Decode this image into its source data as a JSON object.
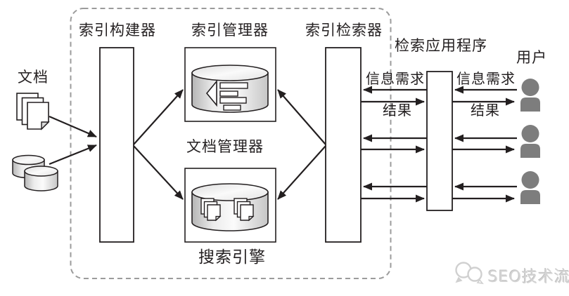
{
  "diagram": {
    "nodes": {
      "documents": "文档",
      "index_builder": "索引构建器",
      "index_manager": "索引管理器",
      "document_manager": "文档管理器",
      "index_retriever": "索引检索器",
      "search_application": "检索应用程序",
      "users": "用户",
      "search_engine": "搜索引擎"
    },
    "flows": {
      "information_need": "信息需求",
      "results": "结果"
    },
    "watermark": "SEO技术流",
    "icons": {
      "left_source": [
        "document-stack-icon",
        "database-cylinder-icon"
      ],
      "index_manager": "inverted-index-cylinder-icon",
      "document_manager": "document-store-cylinder-icon",
      "users": "person-icon",
      "watermark": "chat-bubbles-logo-icon"
    },
    "colors": {
      "line": "#231f20",
      "boundary_dash": "#9b9b9b",
      "user_icon": "#7d7d7d",
      "watermark_text": "#d4d4d4",
      "background": "#ffffff"
    }
  }
}
